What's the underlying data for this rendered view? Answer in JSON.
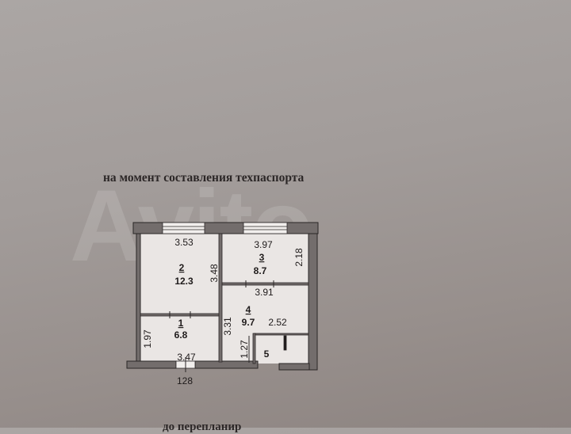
{
  "heading": "на момент составления техпаспорта",
  "bottom_heading": "до перепланир",
  "watermark": "Avito",
  "rooms": [
    {
      "number": "1",
      "area": "6.8"
    },
    {
      "number": "2",
      "area": "12.3"
    },
    {
      "number": "3",
      "area": "8.7"
    },
    {
      "number": "4",
      "area": "9.7"
    },
    {
      "number": "5",
      "area": ""
    }
  ],
  "dimensions": {
    "d353": "3.53",
    "d348": "3.48",
    "d397": "3.97",
    "d218": "2.18",
    "d391": "3.91",
    "d331": "3.31",
    "d252": "2.52",
    "d197": "1.97",
    "d347": "3.47",
    "d127": "1.27",
    "d128": "128"
  },
  "colors": {
    "wall": "#6f6968",
    "line": "#2a2626",
    "paper": "#a29c9a"
  }
}
